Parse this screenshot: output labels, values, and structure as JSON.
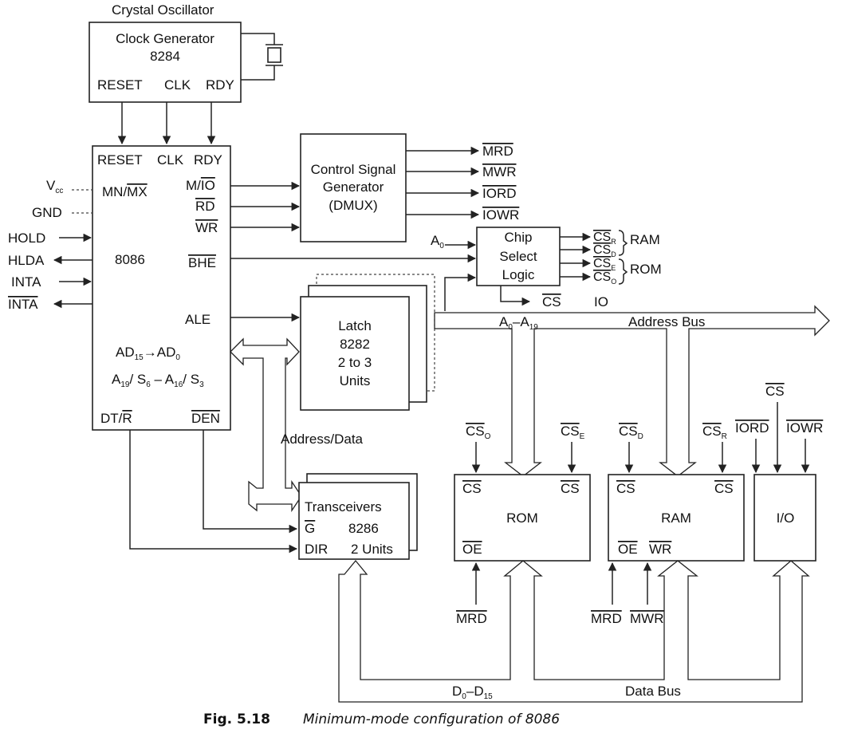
{
  "figure": {
    "caption_number": "Fig. 5.18",
    "caption_text": "Minimum-mode configuration of 8086"
  },
  "clock": {
    "crystal_title": "Crystal Oscillator",
    "name": "Clock Generator",
    "part": "8284",
    "pins": [
      "RESET",
      "CLK",
      "RDY"
    ]
  },
  "cpu": {
    "name": "8086",
    "top_pins": [
      "RESET",
      "CLK",
      "RDY"
    ],
    "mn_mx": {
      "a": "MN/",
      "b": "MX"
    },
    "m_io": {
      "a": "M/",
      "b": "IO"
    },
    "rd": "RD",
    "wr": "WR",
    "bhe": "BHE",
    "ale": "ALE",
    "ad_line": {
      "a": "AD",
      "a_sub": "15",
      "arrow": "→",
      "b": "AD",
      "b_sub": "0"
    },
    "a_line": {
      "a": "A",
      "a_sub": "19",
      "s1": "/ S",
      "s1_sub": "6",
      "dash": " – ",
      "b": "A",
      "b_sub": "16",
      "s2": "/ S",
      "s2_sub": "3"
    },
    "dt_r": {
      "a": "DT/",
      "b": "R"
    },
    "den": "DEN",
    "vcc": {
      "main": "V",
      "sub": "cc"
    },
    "gnd": "GND",
    "hold": "HOLD",
    "hlda": "HLDA",
    "inta_in": "INTA",
    "inta_out": "INTA"
  },
  "control": {
    "lines": [
      "Control Signal",
      "Generator",
      "(DMUX)"
    ],
    "outputs": [
      "MRD",
      "MWR",
      "IORD",
      "IOWR"
    ]
  },
  "chip_select": {
    "lines": [
      "Chip",
      "Select",
      "Logic"
    ],
    "input": {
      "main": "A",
      "sub": "0"
    },
    "outputs": [
      {
        "main": "CS",
        "sub": "R"
      },
      {
        "main": "CS",
        "sub": "D"
      },
      {
        "main": "CS",
        "sub": "E"
      },
      {
        "main": "CS",
        "sub": "O"
      }
    ],
    "ram_label": "RAM",
    "rom_label": "ROM",
    "cs_out": "CS",
    "io_label": "IO"
  },
  "latch": {
    "lines": [
      "Latch",
      "8282",
      "2 to 3",
      "Units"
    ]
  },
  "transceiver": {
    "title": "Transceivers",
    "g": "G",
    "part": "8286",
    "dir": "DIR",
    "units": "2 Units"
  },
  "address_bus": {
    "label": "Address Bus",
    "range": {
      "a": "A",
      "a_sub": "0",
      "dash": "–",
      "b": "A",
      "b_sub": "19"
    }
  },
  "address_data_label": "Address/Data",
  "data_bus": {
    "label": "Data Bus",
    "range": {
      "a": "D",
      "a_sub": "0",
      "dash": "–",
      "b": "D",
      "b_sub": "15"
    }
  },
  "rom": {
    "name": "ROM",
    "cs_left": "CS",
    "cs_right": "CS",
    "oe": "OE",
    "in_left": {
      "main": "CS",
      "sub": "O"
    },
    "in_right": {
      "main": "CS",
      "sub": "E"
    },
    "mrd": "MRD"
  },
  "ram": {
    "name": "RAM",
    "cs_left": "CS",
    "cs_right": "CS",
    "oe": "OE",
    "wr": "WR",
    "in_left": {
      "main": "CS",
      "sub": "D"
    },
    "in_right": {
      "main": "CS",
      "sub": "R"
    },
    "mrd": "MRD",
    "mwr": "MWR"
  },
  "io": {
    "name": "I/O",
    "cs": "CS",
    "iord": "IORD",
    "iowr": "IOWR"
  }
}
